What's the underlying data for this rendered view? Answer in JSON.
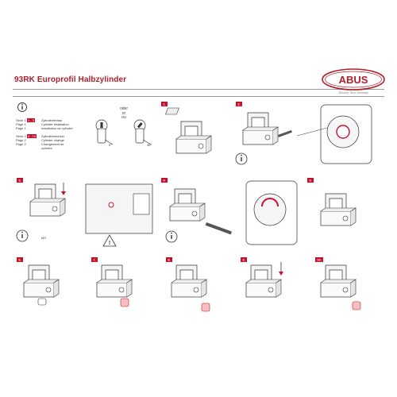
{
  "header": {
    "title": "93RK Europrofil Halbzylinder",
    "brand": "ABUS",
    "tagline": "Security Tech Germany"
  },
  "colors": {
    "accent": "#b01e2a",
    "step_badge": "#c8102e",
    "line": "#333333",
    "gray": "#9a9a9a"
  },
  "intro": {
    "icon": "info-icon",
    "serie1_label": "Serie 1",
    "serie1_range": "1 - 3",
    "serie1_lines": [
      "Page 1",
      "Page 1"
    ],
    "serie1_desc": [
      "Zylindereinbau",
      "Cylinder installation",
      "Installation de cylindre"
    ],
    "serie2_label": "Serie 2",
    "serie2_range": "6 - 10",
    "serie2_lines": [
      "Page 2",
      "Page 2"
    ],
    "serie2_desc": [
      "Zylinderwechsel",
      "Cylinder change",
      "Changement de",
      "cylindre"
    ],
    "oder": "oder",
    "or": "or",
    "ou": "ou",
    "angle_left": "0°",
    "angle_right": "45°"
  },
  "steps": [
    {
      "label": "1."
    },
    {
      "label": "2."
    },
    {
      "label": "3."
    },
    {
      "label": "4."
    },
    {
      "label": "5."
    },
    {
      "label": "6."
    },
    {
      "label": "7."
    },
    {
      "label": "8."
    },
    {
      "label": "9."
    },
    {
      "label": "10."
    }
  ],
  "annotations": {
    "hex_size": "M3"
  }
}
